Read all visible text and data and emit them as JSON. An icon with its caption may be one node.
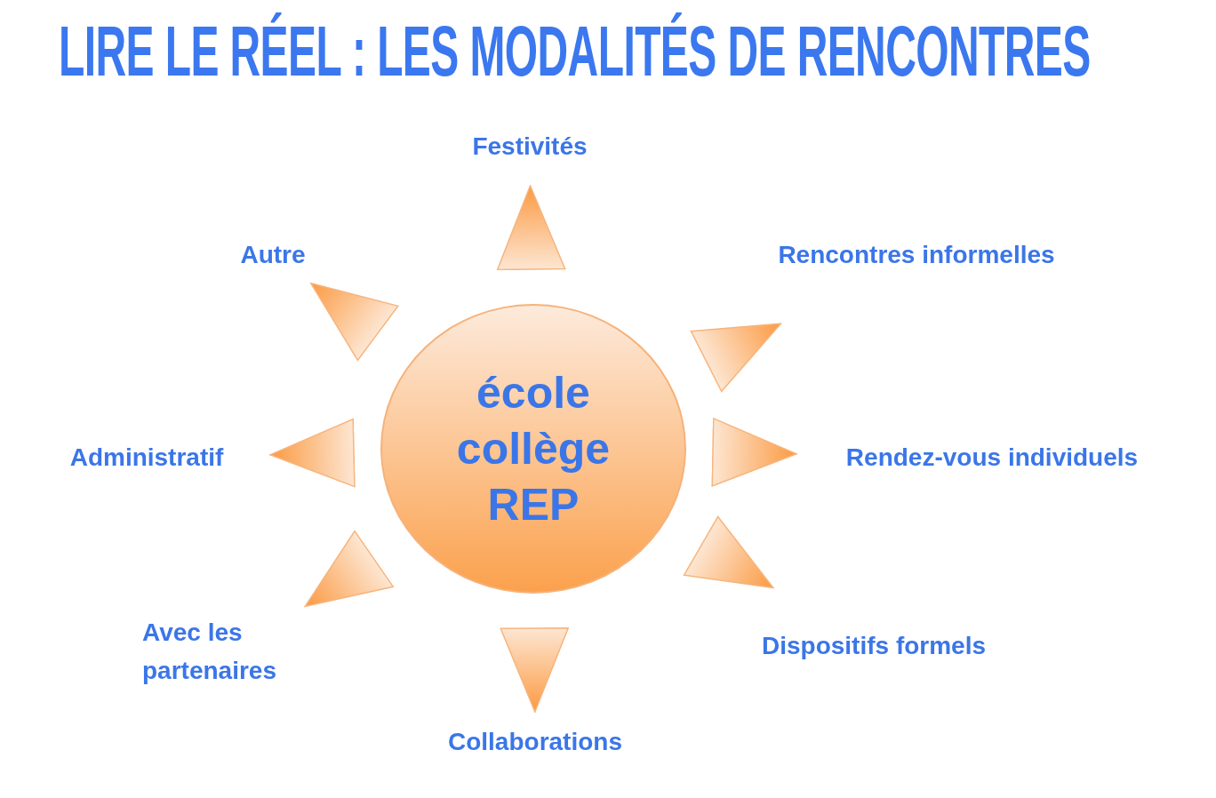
{
  "diagram": {
    "title": "LIRE LE RÉEL : LES MODALITÉS DE RENCONTRES",
    "nodes": [
      {
        "text": [
          "école collège REP"
        ]
      },
      {
        "text": [
          "Festivités"
        ]
      },
      {
        "text": [
          "Autre"
        ]
      },
      {
        "text": [
          "Rencontres informelles"
        ]
      },
      {
        "text": [
          "Administratif"
        ]
      },
      {
        "text": [
          "Rendez-vous individuels"
        ]
      },
      {
        "text": [
          "Avec les partenaires"
        ]
      },
      {
        "text": [
          "Dispositifs formels"
        ]
      },
      {
        "text": [
          "Collaborations"
        ]
      }
    ],
    "edges": [
      {
        "from": 0,
        "to": 1,
        "arrow": "to"
      },
      {
        "from": 0,
        "to": 3,
        "arrow": "to"
      },
      {
        "from": 0,
        "to": 5,
        "arrow": "to"
      },
      {
        "from": 0,
        "to": 7,
        "arrow": "to"
      },
      {
        "from": 0,
        "to": 8,
        "arrow": "to"
      },
      {
        "from": 0,
        "to": 6,
        "arrow": "to"
      },
      {
        "from": 0,
        "to": 4,
        "arrow": "to"
      },
      {
        "from": 0,
        "to": 2,
        "arrow": "to"
      }
    ]
  }
}
